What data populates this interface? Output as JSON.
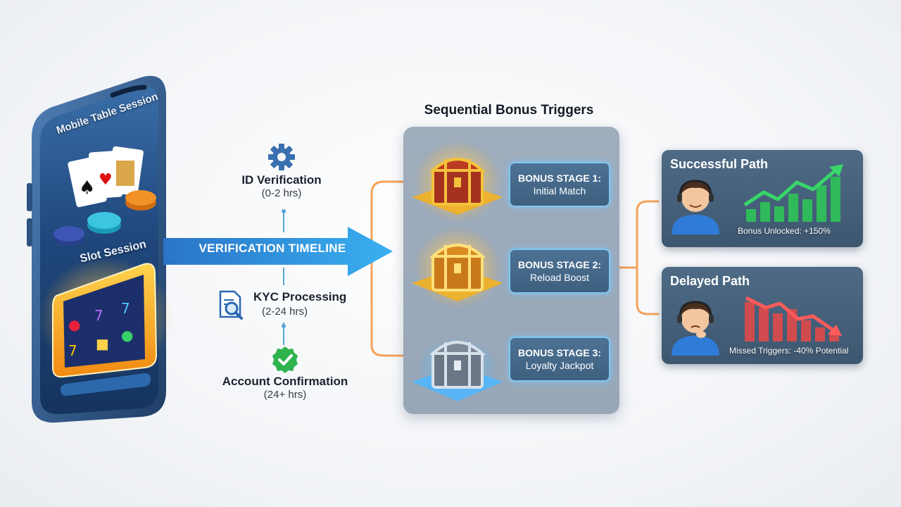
{
  "phone": {
    "table_title": "Mobile Table Session",
    "slot_title": "Slot Session"
  },
  "timeline": {
    "label": "VERIFICATION TIMELINE",
    "steps": [
      {
        "title": "ID Verification",
        "duration": "(0-2 hrs)",
        "icon": "gear-icon"
      },
      {
        "title": "KYC Processing",
        "duration": "(2-24 hrs)",
        "icon": "document-search-icon"
      },
      {
        "title": "Account Confirmation",
        "duration": "(24+ hrs)",
        "icon": "check-badge-icon"
      }
    ]
  },
  "bonus": {
    "heading": "Sequential Bonus Triggers",
    "stages": [
      {
        "title": "BONUS STAGE 1:",
        "subtitle": "Initial Match",
        "icon": "red-gold-chest-icon"
      },
      {
        "title": "BONUS STAGE 2:",
        "subtitle": "Reload Boost",
        "icon": "gold-chest-icon"
      },
      {
        "title": "BONUS STAGE 3:",
        "subtitle": "Loyalty Jackpot",
        "icon": "silver-chest-icon"
      }
    ]
  },
  "outcomes": {
    "success": {
      "title": "Successful Path",
      "note": "Bonus Unlocked: +150%",
      "color": "#2fbf5a"
    },
    "delayed": {
      "title": "Delayed Path",
      "note": "Missed Triggers: -40% Potential",
      "color": "#e04a4a"
    }
  },
  "colors": {
    "accent_blue": "#2a9be0",
    "connector_orange": "#f39a4a",
    "panel_gray": "#9fadbd"
  }
}
